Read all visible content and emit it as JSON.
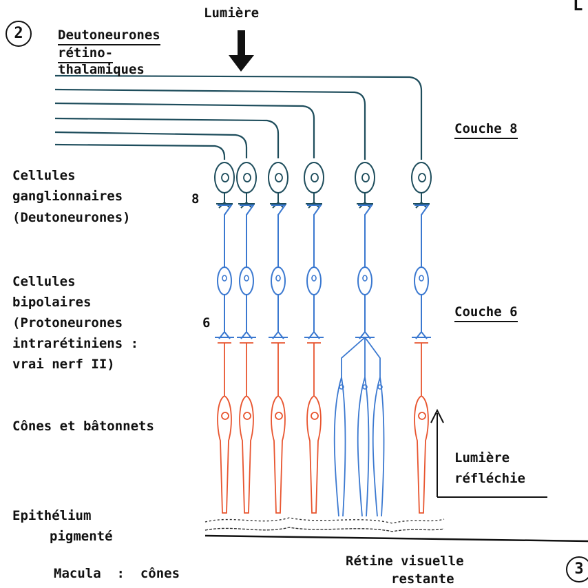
{
  "page_number_left": "2",
  "page_number_right": "3",
  "corner_mark": "L",
  "light_label": "Lumière",
  "deuto_title": "Deutoneurones",
  "deuto_line2": "rétino-",
  "deuto_line3": "thalamiques",
  "couche8": "Couche 8",
  "couche6": "Couche 6",
  "ganglion_l1": "Cellules",
  "ganglion_l2": "ganglionnaires",
  "ganglion_l3": "(Deutoneurones)",
  "layer8_num": "8",
  "bipolar_l1": "Cellules",
  "bipolar_l2": "bipolaires",
  "bipolar_l3": "(Protoneurones",
  "bipolar_l4": "intrarétiniens :",
  "bipolar_l5": "vrai nerf II)",
  "layer6_num": "6",
  "receptors": "Cônes et bâtonnets",
  "reflected_l1": "Lumière",
  "reflected_l2": "réfléchie",
  "epith_l1": "Epithélium",
  "epith_l2": "pigmenté",
  "macula": "Macula  :  cônes",
  "retina_l1": "Rétine visuelle",
  "retina_l2": "restante",
  "colors": {
    "ganglion": "#1e4d5c",
    "bipolar": "#3a78d0",
    "cone": "#e8542e",
    "rod": "#3a78d0",
    "ink": "#111111"
  }
}
